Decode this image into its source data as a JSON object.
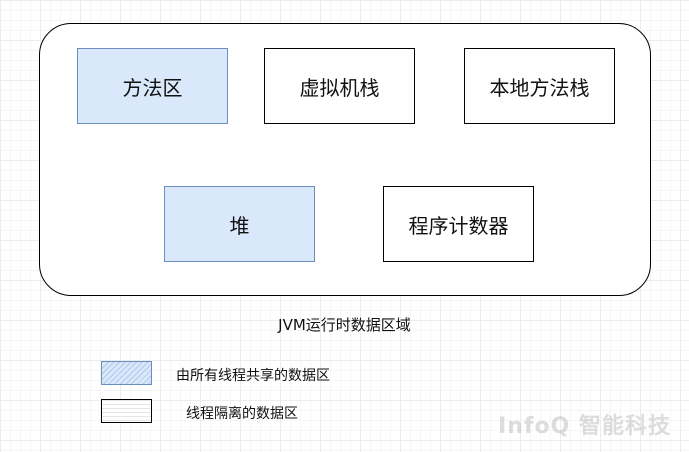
{
  "boxes": {
    "method_area": "方法区",
    "vm_stack": "虚拟机栈",
    "native_method_stack": "本地方法栈",
    "heap": "堆",
    "program_counter": "程序计数器"
  },
  "caption": "JVM运行时数据区域",
  "legend": {
    "shared": "由所有线程共享的数据区",
    "isolated": "线程隔离的数据区"
  },
  "watermark": "InfoQ 智能科技",
  "colors": {
    "shared_fill": "#dae8fc",
    "shared_border": "#6c8ebf",
    "isolated_fill": "#ffffff",
    "border": "#000000"
  }
}
